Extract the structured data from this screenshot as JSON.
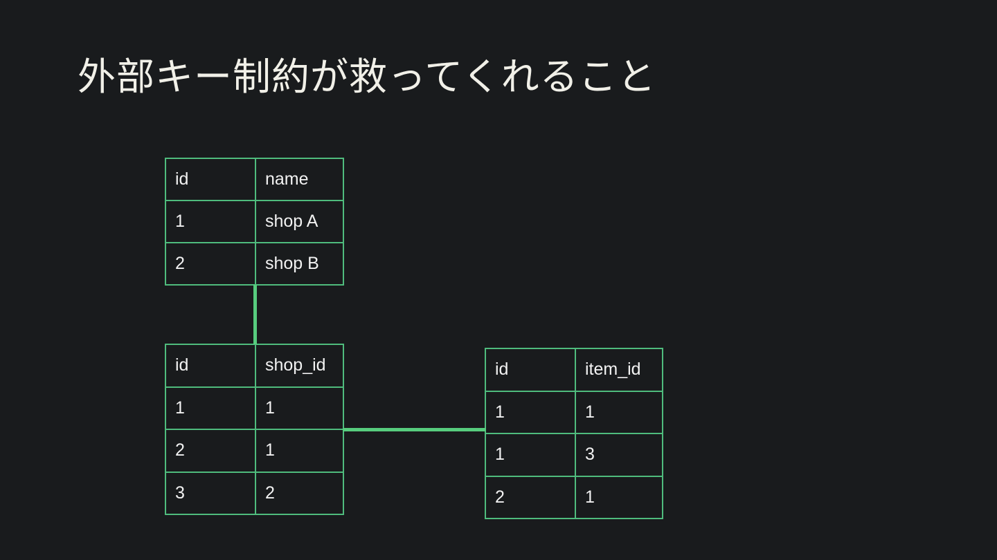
{
  "slide": {
    "title": "外部キー制約が救ってくれること"
  },
  "colors": {
    "background": "#191b1d",
    "table_border_green": "#4fbc7d",
    "connector_green": "#57cd7e",
    "title_text": "#f1f0e8",
    "cell_text": "#f2f2f2"
  },
  "tables": [
    {
      "headers": [
        "id",
        "name"
      ],
      "rows": [
        [
          "1",
          "shop A"
        ],
        [
          "2",
          "shop B"
        ]
      ]
    },
    {
      "headers": [
        "id",
        "shop_id"
      ],
      "rows": [
        [
          "1",
          "1"
        ],
        [
          "2",
          "1"
        ],
        [
          "3",
          "2"
        ]
      ]
    },
    {
      "headers": [
        "id",
        "item_id"
      ],
      "rows": [
        [
          "1",
          "1"
        ],
        [
          "1",
          "3"
        ],
        [
          "2",
          "1"
        ]
      ]
    }
  ],
  "connectors": [
    {
      "orientation": "vertical",
      "from": "table-id-name",
      "to": "table-id-shop_id"
    },
    {
      "orientation": "horizontal",
      "from": "table-id-shop_id",
      "to": "table-id-item_id"
    }
  ]
}
